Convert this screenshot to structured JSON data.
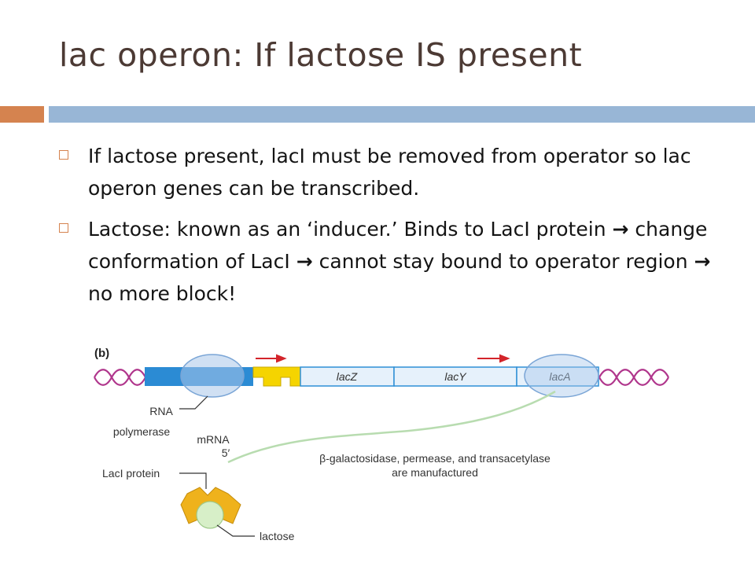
{
  "slide": {
    "title": "lac operon: If lactose IS present"
  },
  "bullets": [
    {
      "text": "If lactose present, lacI must be removed from operator so lac operon genes can be transcribed."
    },
    {
      "part1": "Lactose: known as an ‘inducer.’ Binds to LacI protein",
      "arrow1": "→",
      "part2": "change conformation of LacI",
      "arrow2": "→",
      "part3": "cannot stay bound to operator region",
      "arrow3": "→",
      "part4": "no more block!"
    }
  ],
  "figure": {
    "panel_label": "(b)",
    "genes": [
      "lacZ",
      "lacY",
      "lacA"
    ],
    "label_rna_line1": "RNA",
    "label_rna_line2": "polymerase",
    "label_mrna_line1": "mRNA",
    "label_mrna_line2": "5′",
    "label_product_line1": "β-galactosidase, permease, and transacetylase",
    "label_product_line2": "are manufactured",
    "label_laci": "LacI protein",
    "label_lactose": "lactose",
    "colors": {
      "dna_helix": "#b0368c",
      "promoter": "#2b8bd4",
      "operator": "#f5d400",
      "gene_fill": "#e6f1fb",
      "gene_border": "#2f8fd6",
      "rna_polymerase": "#a9c7ea",
      "arrow": "#d3242a",
      "mrna": "#b8dcb0",
      "laci": "#efb21c",
      "lactose": "#d7efc8"
    }
  }
}
